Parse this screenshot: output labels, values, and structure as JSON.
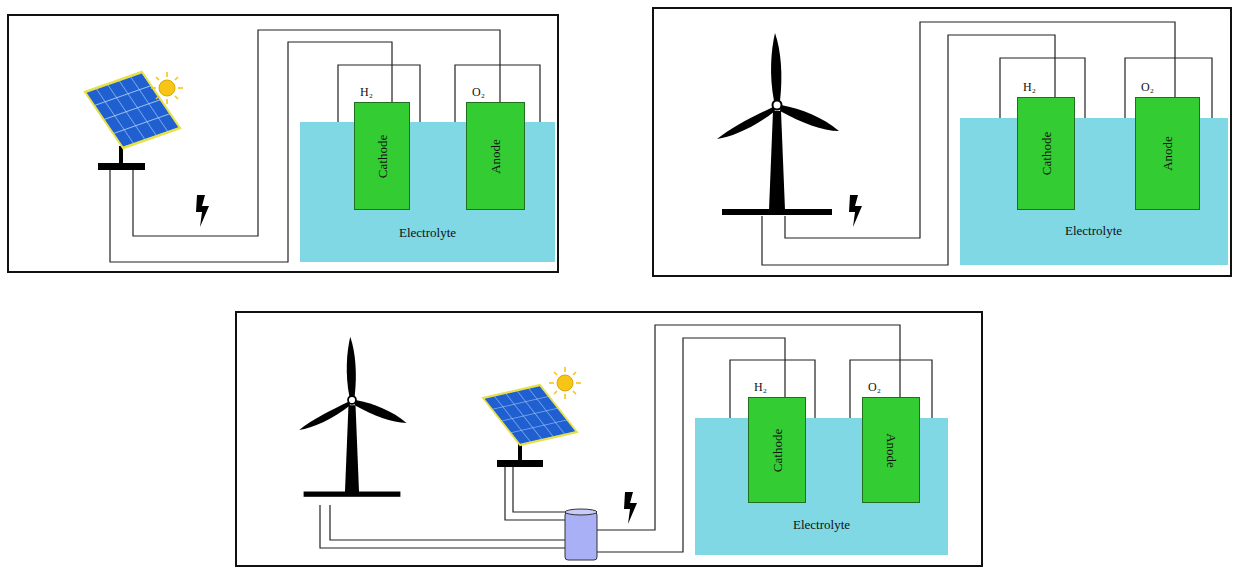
{
  "diagram": {
    "nodes": [
      {
        "text": [
          "Electrolyte"
        ]
      },
      {
        "text": [
          "H₂",
          "Cathode"
        ],
        "in": 0
      },
      {
        "text": [
          "O₂",
          "Anode"
        ],
        "in": 0
      },
      {
        "text": [
          "Electrolyte"
        ]
      },
      {
        "text": [
          "H₂",
          "Cathode"
        ],
        "in": 3
      },
      {
        "text": [
          "O₂",
          "Anode"
        ],
        "in": 3
      },
      {
        "text": [
          "Electrolyte"
        ]
      },
      {
        "text": [
          "H₂",
          "Cathode"
        ],
        "in": 6
      },
      {
        "text": [
          "O₂",
          "Anode"
        ],
        "in": 6
      }
    ]
  }
}
